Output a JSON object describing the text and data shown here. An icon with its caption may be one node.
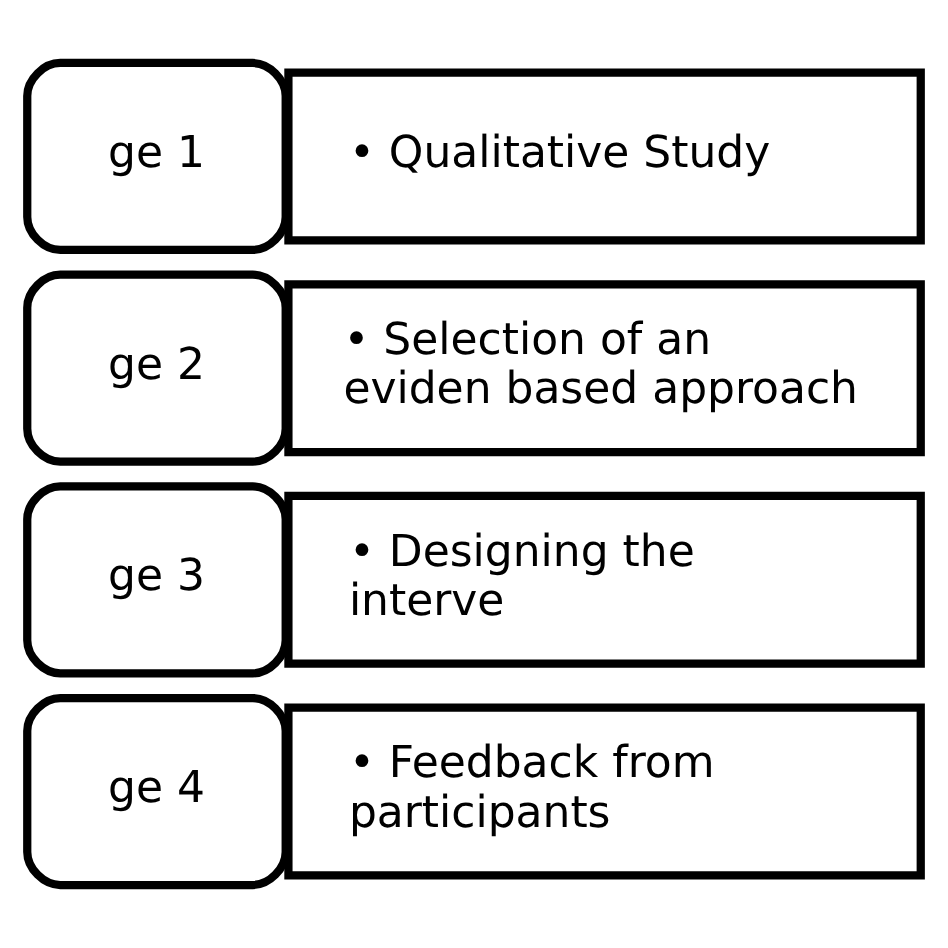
{
  "diagram": {
    "nodes": [
      {
        "text": [
          "ge 1"
        ]
      },
      {
        "text": [
          "• Qualitative Study"
        ]
      },
      {
        "text": [
          "ge 2"
        ]
      },
      {
        "text": [
          "• Selection of an eviden based approach"
        ]
      },
      {
        "text": [
          "ge 3"
        ]
      },
      {
        "text": [
          "• Designing the interve"
        ]
      },
      {
        "text": [
          "ge 4"
        ]
      },
      {
        "text": [
          "• Feedback from participants"
        ]
      }
    ]
  }
}
